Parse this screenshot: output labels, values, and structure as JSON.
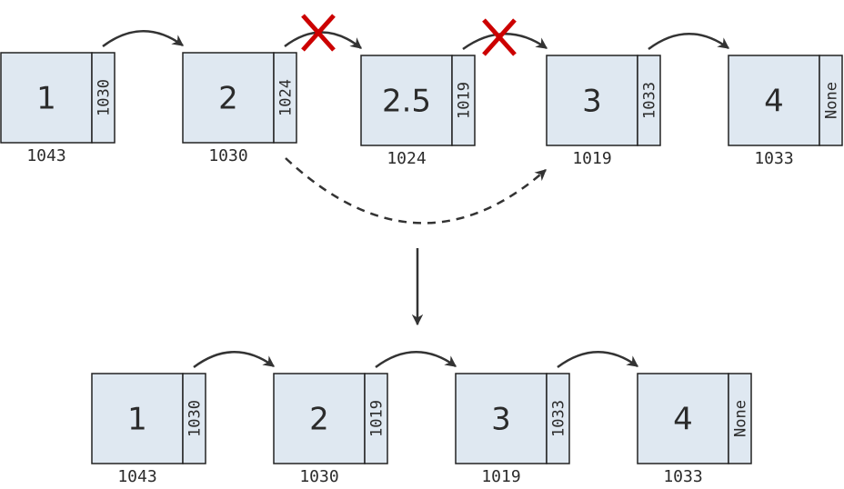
{
  "diagram": {
    "description": "Linked list node deletion: removing node 2.5 by redirecting node 2's next pointer",
    "colors": {
      "node_fill": "#dfe8f1",
      "node_stroke": "#222222",
      "arrow": "#333333",
      "cross": "#cc0000"
    },
    "before": {
      "nodes": [
        {
          "value": "1",
          "next": "1030",
          "address": "1043"
        },
        {
          "value": "2",
          "next": "1024",
          "address": "1030"
        },
        {
          "value": "2.5",
          "next": "1019",
          "address": "1024"
        },
        {
          "value": "3",
          "next": "1033",
          "address": "1019"
        },
        {
          "value": "4",
          "next": "None",
          "address": "1033"
        }
      ],
      "removed_links": [
        "2 -> 2.5",
        "2.5 -> 3"
      ],
      "new_link": "2 -> 3 (dashed)"
    },
    "transition": "down-arrow",
    "after": {
      "nodes": [
        {
          "value": "1",
          "next": "1030",
          "address": "1043"
        },
        {
          "value": "2",
          "next": "1019",
          "address": "1030"
        },
        {
          "value": "3",
          "next": "1033",
          "address": "1019"
        },
        {
          "value": "4",
          "next": "None",
          "address": "1033"
        }
      ]
    }
  }
}
